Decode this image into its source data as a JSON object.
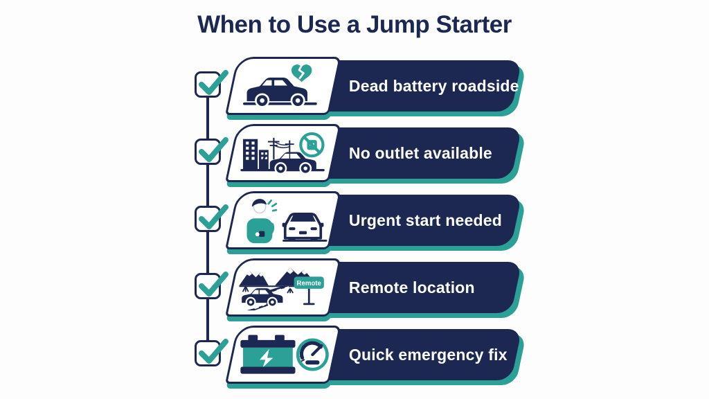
{
  "title": "When to Use a Jump Starter",
  "colors": {
    "navy": "#1c2752",
    "teal": "#2aa096",
    "background": "#fdfdfd",
    "panel": "#ffffff",
    "banner_text": "#ffffff"
  },
  "rows": [
    {
      "label": "Dead battery roadside",
      "icon": "car-with-broken-heart",
      "checked": true
    },
    {
      "label": "No outlet available",
      "icon": "city-car-no-plug",
      "checked": true
    },
    {
      "label": "Urgent start needed",
      "icon": "person-checking-watch",
      "checked": true
    },
    {
      "label": "Remote location",
      "icon": "mountain-winding-road",
      "checked": true,
      "sign_text": "Remote"
    },
    {
      "label": "Quick emergency fix",
      "icon": "battery-and-gauge",
      "checked": true
    }
  ]
}
